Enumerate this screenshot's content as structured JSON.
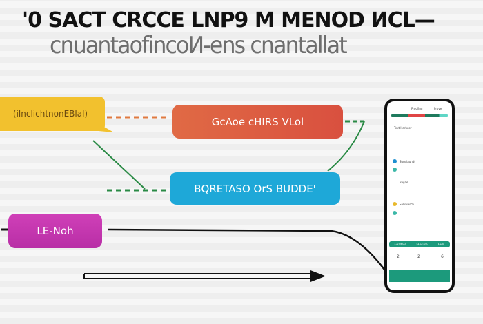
{
  "header": {
    "title": "'0 SACT CRCCE LNP9 M MENOD ИCL—",
    "subtitle": "cnuantaofincoИ-ens cnantallat"
  },
  "nodes": {
    "callout": "(ilnclichtnonEBlal)",
    "orange": "GcAoe cHIRS VLol",
    "blue": "BQRETASO OrS BUDDE'",
    "magenta": "LE-Noh"
  },
  "phone": {
    "tabs": [
      "Proofing",
      "Prove"
    ],
    "row1": "Text Harbuer",
    "row2": "Sundlaundt",
    "row3": "Regae",
    "row4": "Salkwasch",
    "band": [
      "Gaadsel",
      "aFocuse",
      "Fadd"
    ],
    "counts": [
      "2",
      "2",
      "6"
    ]
  },
  "colors": {
    "callout": "#f2c12e",
    "orange": "#e06a45",
    "blue": "#1ea8d8",
    "magenta": "#c834b0",
    "connector_green": "#2a8a45",
    "connector_orange": "#e07a40",
    "phone_accent": "#1c9a7c"
  }
}
